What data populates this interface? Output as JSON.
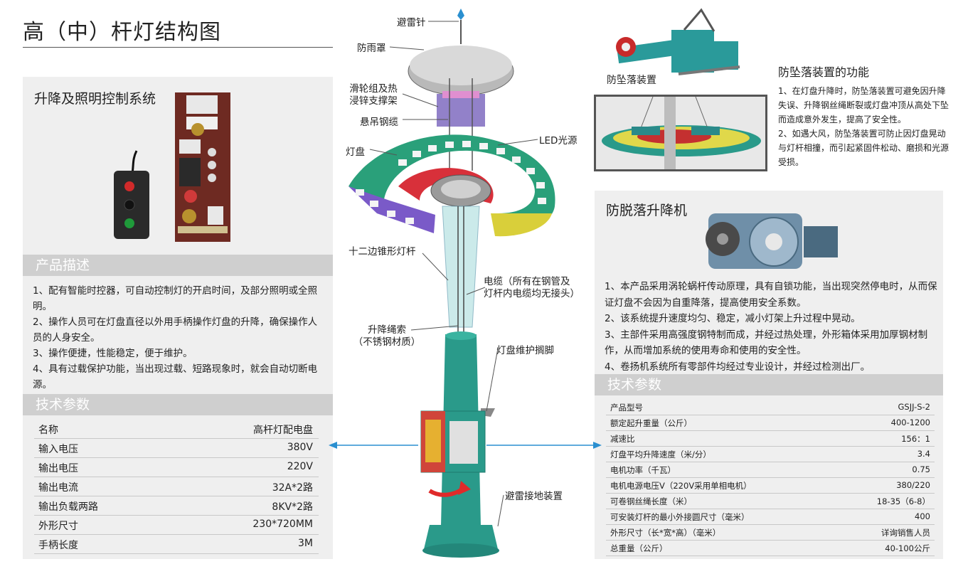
{
  "title": "高（中）杆灯结构图",
  "left": {
    "control_title": "升降及照明控制系统",
    "desc_header": "产品描述",
    "desc": [
      "1、配有智能时控器，可自动控制灯的开启时间，及部分照明或全照明。",
      "2、操作人员可在灯盘直径以外用手柄操作灯盘的升降，确保操作人员的人身安全。",
      "3、操作便捷，性能稳定，便于维护。",
      "4、具有过载保护功能，当出现过载、短路现象时，就会自动切断电源。"
    ],
    "spec_header": "技术参数",
    "specs": [
      {
        "k": "名称",
        "v": "高杆灯配电盘"
      },
      {
        "k": "输入电压",
        "v": "380V"
      },
      {
        "k": "输出电压",
        "v": "220V"
      },
      {
        "k": "输出电流",
        "v": "32A*2路"
      },
      {
        "k": "输出负载两路",
        "v": "8KV*2路"
      },
      {
        "k": "外形尺寸",
        "v": "230*720MM"
      },
      {
        "k": "手柄长度",
        "v": "3M"
      }
    ]
  },
  "center": {
    "lightning_rod": "避雷针",
    "rain_cover": "防雨罩",
    "pulley_1": "滑轮组及热",
    "pulley_2": "浸锌支撑架",
    "cable": "悬吊钢缆",
    "led": "LED光源",
    "lamp_panel": "灯盘",
    "pole": "十二边锥形灯杆",
    "wire_1": "电缆（所有在钢管及",
    "wire_2": "灯杆内电缆均无接头）",
    "rope_1": "升降绳索",
    "rope_2": "（不锈钢材质）",
    "bracket": "灯盘维护搁脚",
    "ground": "避雷接地装置"
  },
  "fall": {
    "label": "防坠落装置",
    "title": "防坠落装置的功能",
    "items": [
      "1、在灯盘升降时，防坠落装置可避免因升降失误、升降钢丝绳断裂或灯盘冲顶从高处下坠而造成意外发生，提高了安全性。",
      "2、如遇大风，防坠落装置可防止因灯盘晃动与灯杆相撞，而引起紧固件松动、磨损和光源受损。"
    ]
  },
  "lift": {
    "title": "防脱落升降机",
    "desc": [
      "1、本产品采用涡轮蜗杆传动原理，具有自锁功能，当出现突然停电时，从而保证灯盘不会因为自重降落，提高使用安全系数。",
      "2、该系统提升速度均匀、稳定，减小灯架上升过程中晃动。",
      "3、主部件采用高强度钢特制而成，并经过热处理，外形箱体采用加厚钢材制作，从而增加系统的使用寿命和使用的安全性。",
      "4、卷扬机系统所有零部件均经过专业设计，并经过检测出厂。"
    ],
    "spec_header": "技术参数",
    "specs": [
      {
        "k": "产品型号",
        "v": "GSJJ-S-2"
      },
      {
        "k": "额定起升重量（公斤）",
        "v": "400-1200"
      },
      {
        "k": "减速比",
        "v": "156：1"
      },
      {
        "k": "灯盘平均升降速度（米/分）",
        "v": "3.4"
      },
      {
        "k": "电机功率（千瓦）",
        "v": "0.75"
      },
      {
        "k": "电机电源电压V（220V采用单相电机）",
        "v": "380/220"
      },
      {
        "k": "可卷钢丝绳长度（米）",
        "v": "18-35（6-8）"
      },
      {
        "k": "可安装灯杆的最小外接圆尺寸（毫米）",
        "v": "400"
      },
      {
        "k": "外形尺寸（长*宽*高）（毫米）",
        "v": "详询销售人员"
      },
      {
        "k": "总重量（公斤）",
        "v": "40-100公斤"
      }
    ]
  },
  "colors": {
    "accent_blue": "#2a8fd0",
    "teal": "#2a9a8a",
    "header_gray": "#cfcfcf"
  }
}
